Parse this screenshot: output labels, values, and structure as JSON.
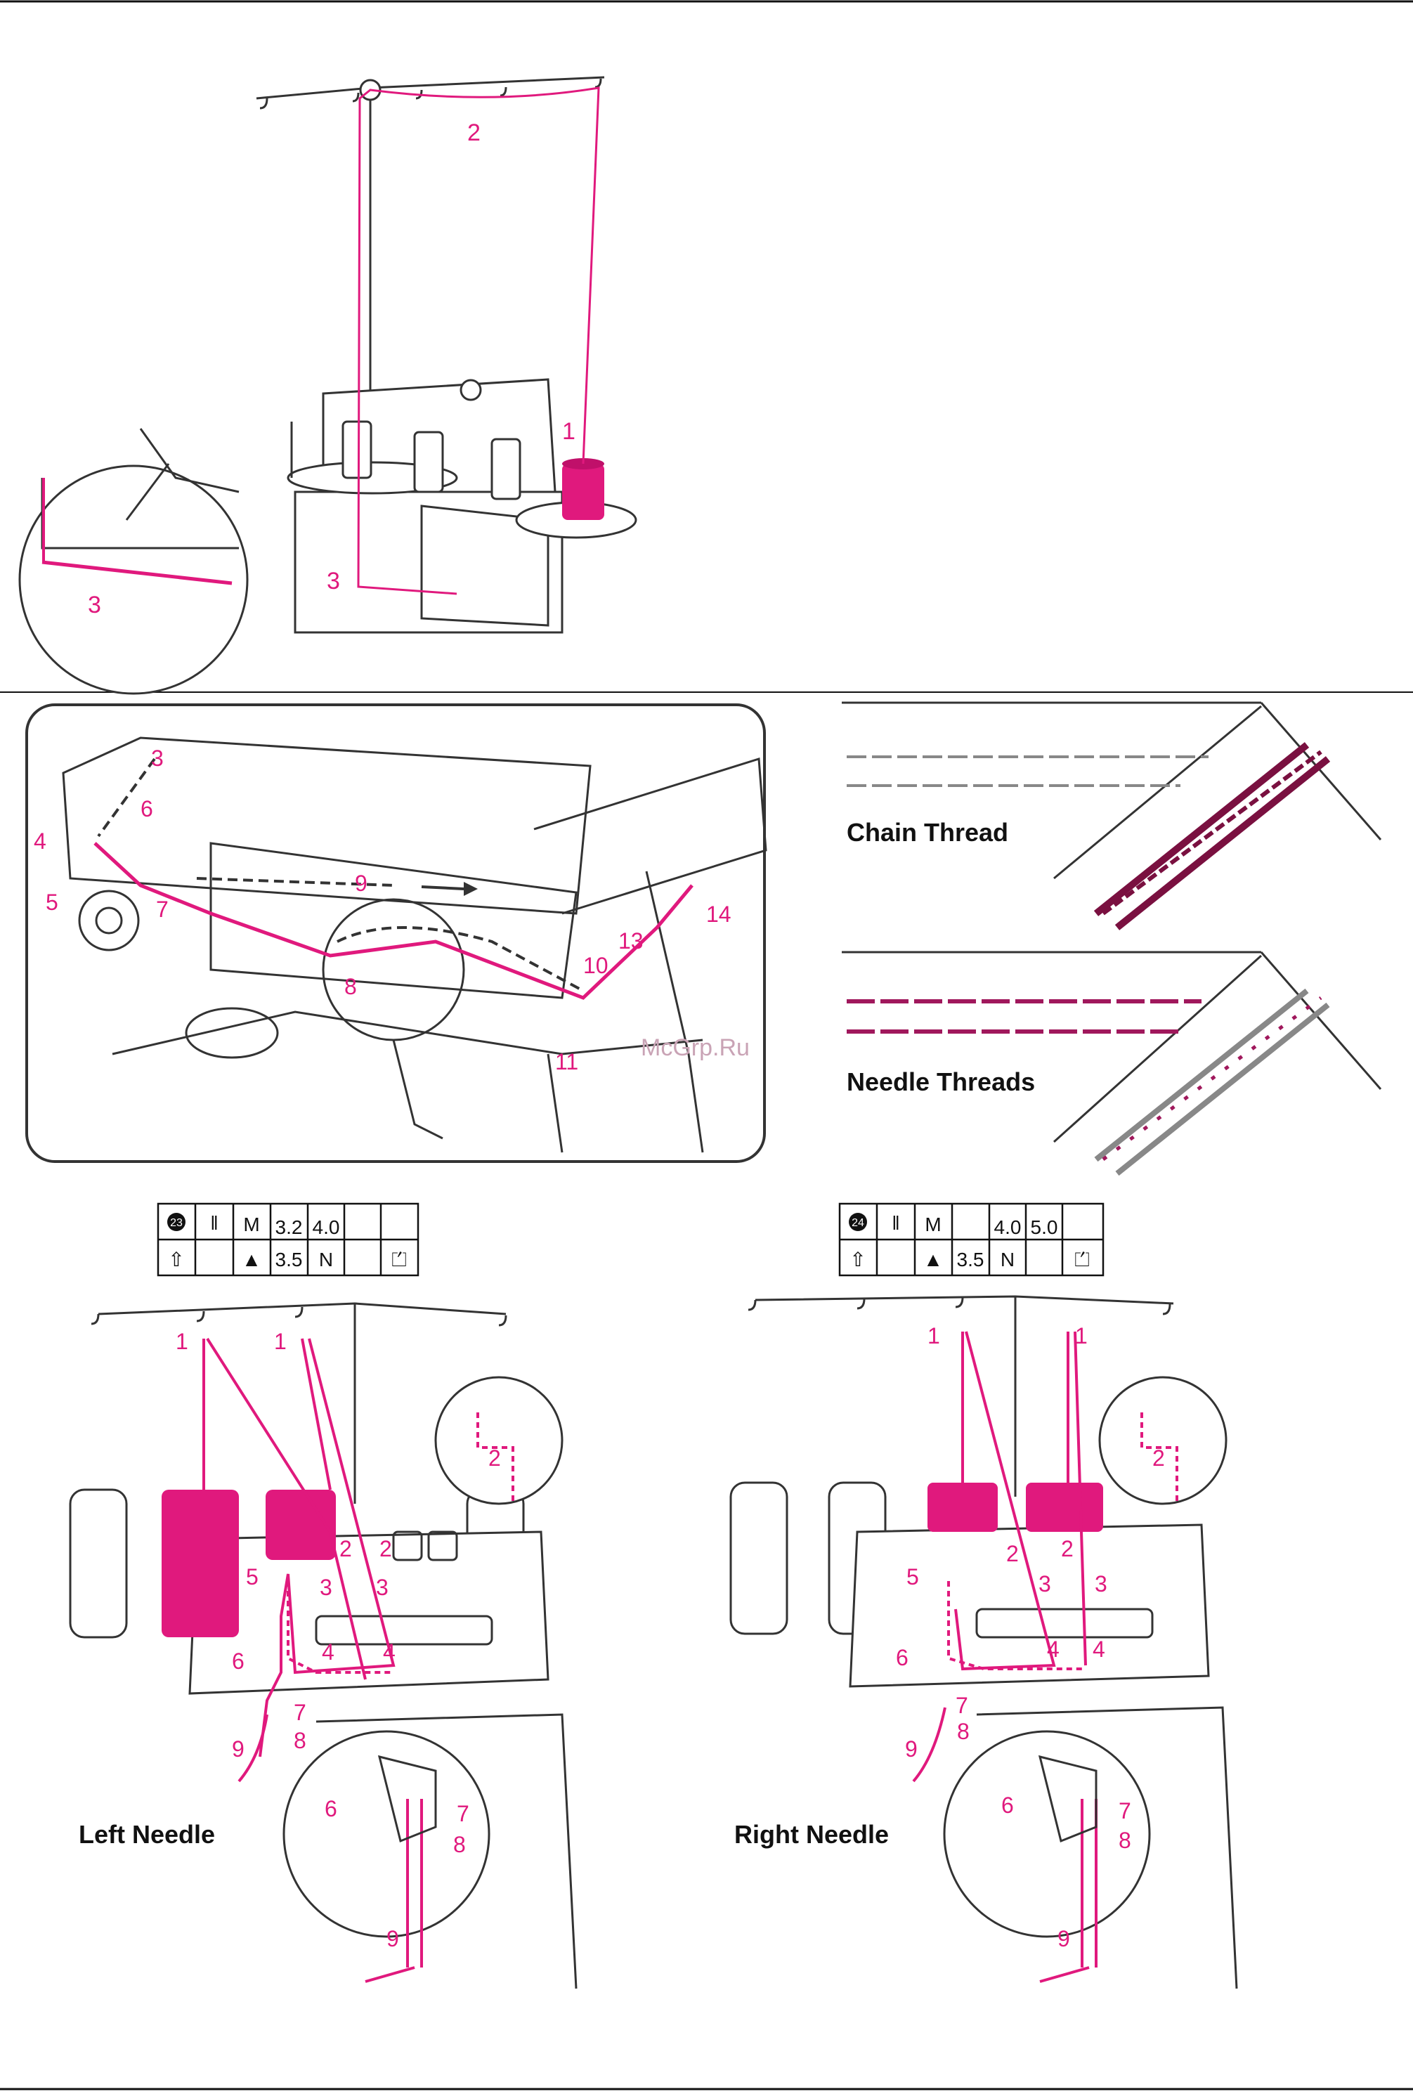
{
  "colors": {
    "accent": "#e0197d",
    "ink": "#111111",
    "chain": "#7a1040",
    "muted": "#888888"
  },
  "section1": {
    "labels": [
      "1",
      "2",
      "3",
      "3"
    ]
  },
  "section2": {
    "labels": [
      "3",
      "6",
      "4",
      "5",
      "7",
      "9",
      "8",
      "10",
      "13",
      "14",
      "11"
    ],
    "watermark": "McGrp.Ru"
  },
  "stitch_samples": {
    "chain_label": "Chain Thread",
    "needle_label": "Needle Threads"
  },
  "left_panel": {
    "table": {
      "icon": "23",
      "row1": [
        "M",
        "3.2",
        "4.0"
      ],
      "row2": [
        "3.5",
        "N"
      ]
    },
    "labels": [
      "1",
      "1",
      "2",
      "2",
      "5",
      "3",
      "3",
      "4",
      "4",
      "6",
      "7",
      "8",
      "9",
      "6",
      "7",
      "8",
      "9",
      "2"
    ],
    "title": "Left Needle"
  },
  "right_panel": {
    "table": {
      "icon": "24",
      "row1": [
        "M",
        "4.0",
        "5.0"
      ],
      "row2": [
        "3.5",
        "N"
      ]
    },
    "labels": [
      "1",
      "1",
      "2",
      "2",
      "5",
      "3",
      "3",
      "4",
      "4",
      "6",
      "7",
      "8",
      "9",
      "6",
      "7",
      "8",
      "9",
      "2"
    ],
    "title": "Right Needle"
  }
}
